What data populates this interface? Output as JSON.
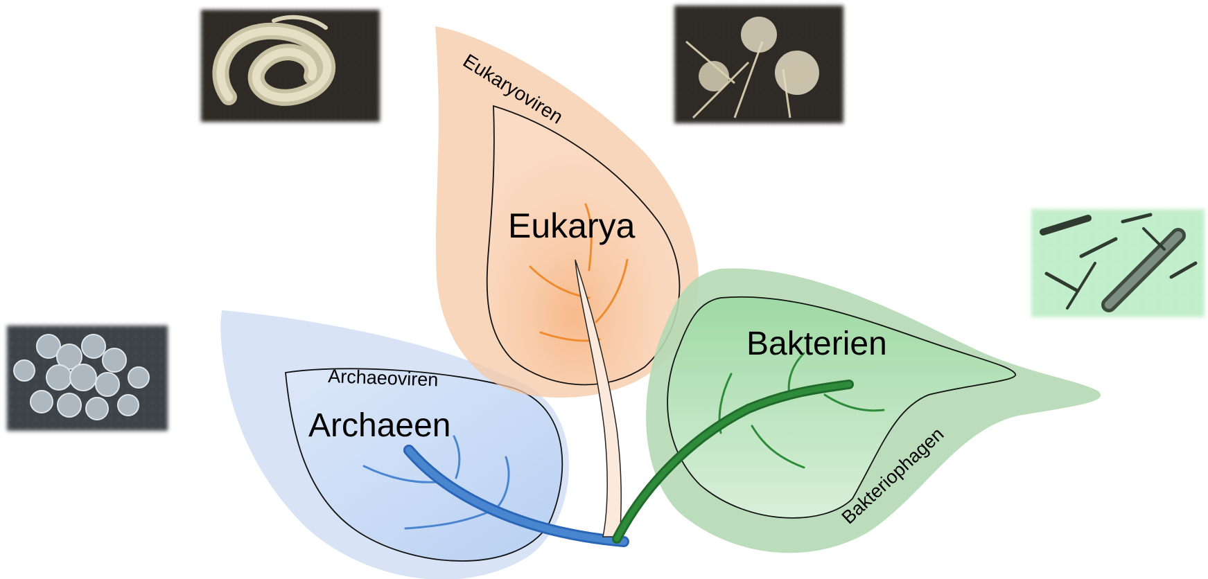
{
  "domains": {
    "eukarya": {
      "label": "Eukarya",
      "virus_label": "Eukaryoviren",
      "color": "#f5a468"
    },
    "archaea": {
      "label": "Archaeen",
      "virus_label": "Archaeoviren",
      "color": "#4a86d0"
    },
    "bacteria": {
      "label": "Bakterien",
      "virus_label": "Bakteriophagen",
      "color": "#2e8b3a"
    }
  },
  "photos": [
    {
      "id": "spirillum-photo",
      "tint": "#d9d2b8",
      "style": "sepia"
    },
    {
      "id": "fungus-photo",
      "tint": "#d8cfb5",
      "style": "sepia"
    },
    {
      "id": "cocci-photo",
      "tint": "#c9d3da",
      "style": "blue-grey"
    },
    {
      "id": "rod-bacteria-photo",
      "tint": "#b9ebc4",
      "style": "green"
    }
  ]
}
